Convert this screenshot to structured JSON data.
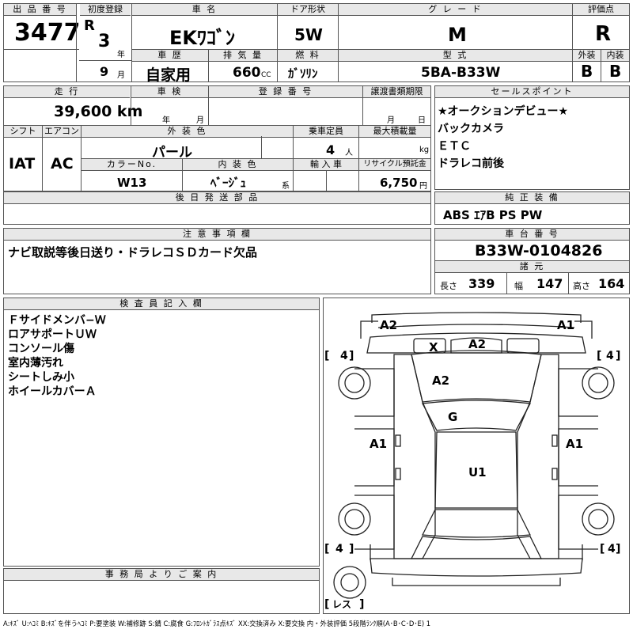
{
  "header": {
    "lot_label": "出 品 番 号",
    "lot_number": "3477",
    "first_reg_label": "初度登録",
    "era_letter": "R",
    "reg_year": "3",
    "year_unit": "年",
    "reg_month": "9",
    "month_unit": "月",
    "car_name_label": "車 名",
    "car_name": "EKﾜｺﾞﾝ",
    "door_label": "ドア形状",
    "door": "5W",
    "grade_label": "グ レ ー ド",
    "grade": "M",
    "score_label": "評価点",
    "score": "R",
    "history_label": "車 歴",
    "history": "自家用",
    "displacement_label": "排 気 量",
    "displacement": "660",
    "displacement_unit": "CC",
    "fuel_label": "燃 料",
    "fuel": "ｶﾞｿﾘﾝ",
    "model_label": "型 式",
    "model": "5BA-B33W",
    "exterior_label": "外装",
    "exterior_grade": "B",
    "interior_label": "内装",
    "interior_grade": "B"
  },
  "row2": {
    "mileage_label": "走 行",
    "mileage": "39,600 km",
    "inspection_label": "車 検",
    "inspection_year_unit": "年",
    "inspection_month_unit": "月",
    "plate_label": "登 録 番 号",
    "transfer_label": "譲渡書類期限",
    "transfer_month_unit": "月",
    "transfer_day_unit": "日",
    "shift_label": "シフト",
    "shift": "IAT",
    "ac_label": "エアコン",
    "ac": "AC",
    "color_label": "外 装 色",
    "color": "パール",
    "capacity_label": "乗車定員",
    "capacity": "4",
    "capacity_unit": "人",
    "load_label": "最大積載量",
    "load_unit": "kg",
    "color_no_label": "カラーNo.",
    "color_no": "W13",
    "interior_color_label": "内 装 色",
    "interior_color": "ﾍﾞｰｼﾞｭ",
    "interior_color_unit": "系",
    "import_label": "輸 入 車",
    "recycle_label": "リサイクル預託金",
    "recycle": "6,750",
    "recycle_unit": "円"
  },
  "sales_points": {
    "label": "セールスポイント",
    "lines": [
      "★オークションデビュー★",
      "バックカメラ",
      "ＥＴＣ",
      "ドラレコ前後"
    ]
  },
  "later_parts": {
    "label": "後 日 発 送 部 品"
  },
  "equipment": {
    "label": "純 正 装 備",
    "value": "ABS ｴｱB PS PW"
  },
  "notes": {
    "label": "注 意 事 項 欄",
    "text": "ナビ取説等後日送り・ドラレコＳＤカード欠品"
  },
  "chassis": {
    "label": "車 台 番 号",
    "number": "B33W-0104826"
  },
  "dimensions": {
    "label": "諸 元",
    "length_label": "長さ",
    "length": "339",
    "width_label": "幅",
    "width": "147",
    "height_label": "高さ",
    "height": "164"
  },
  "inspector": {
    "label": "検 査 員 記 入 欄",
    "lines": [
      "Ｆサイドメンバ−Ｗ",
      "ロアサポートＵＷ",
      "コンソール傷",
      "室内薄汚れ",
      "シートしみ小",
      "ホイールカバーＡ"
    ]
  },
  "diagram": {
    "marks": {
      "front_left": "A2",
      "front_right": "A1",
      "windshield_left": "X",
      "windshield_center": "A2",
      "hood": "A2",
      "roof": "G",
      "left_side": "A1",
      "right_side": "A1",
      "rear": "U1"
    },
    "tires": {
      "fl": "4",
      "fr": "4",
      "rl": "4",
      "rr": "4"
    },
    "spare": "レス"
  },
  "office": {
    "label": "事 務 局 よ り ご 案 内"
  },
  "legend": "A:ｷｽﾞ U:ﾍｺﾐ B:ｷｽﾞを伴うﾍｺﾐ P:要塗装 W:補修跡 S:錆 C:腐食 G:ﾌﾛﾝﾄｶﾞﾗｽ点ｷｽﾞ XX:交換済み X:要交換 内・外装評価 5段階ﾗﾝｸ順(A･B･C･D･E) 1"
}
